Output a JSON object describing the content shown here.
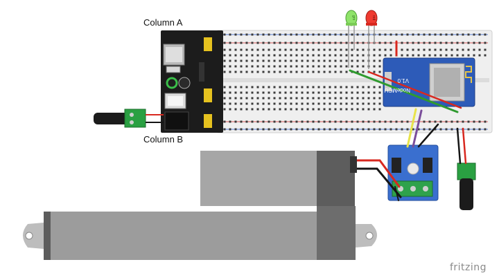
{
  "labels": {
    "column_a": "Column A",
    "column_b": "Column B"
  },
  "watermark": "fritzing",
  "components": {
    "led_green_text": "grn",
    "led_red_text": "red",
    "mcu_text_1": "NodeMCU",
    "mcu_text_2": "V1.0"
  },
  "colors": {
    "breadboard": "#eeeeee",
    "power_module": "#1c1c1c",
    "nodemcu_board": "#2d5bb8",
    "motor_driver": "#3a6fcf",
    "terminal_green": "#2fa24b",
    "actuator_body": "#9c9c9c",
    "actuator_rod": "#bdbdbd",
    "wire_red": "#d8281f",
    "wire_black": "#151515",
    "wire_green": "#2f9a2f",
    "wire_yellow": "#e8e34a",
    "wire_purple": "#7a4d9a",
    "led_green": "#8fe36a",
    "led_red": "#ef3a30"
  }
}
